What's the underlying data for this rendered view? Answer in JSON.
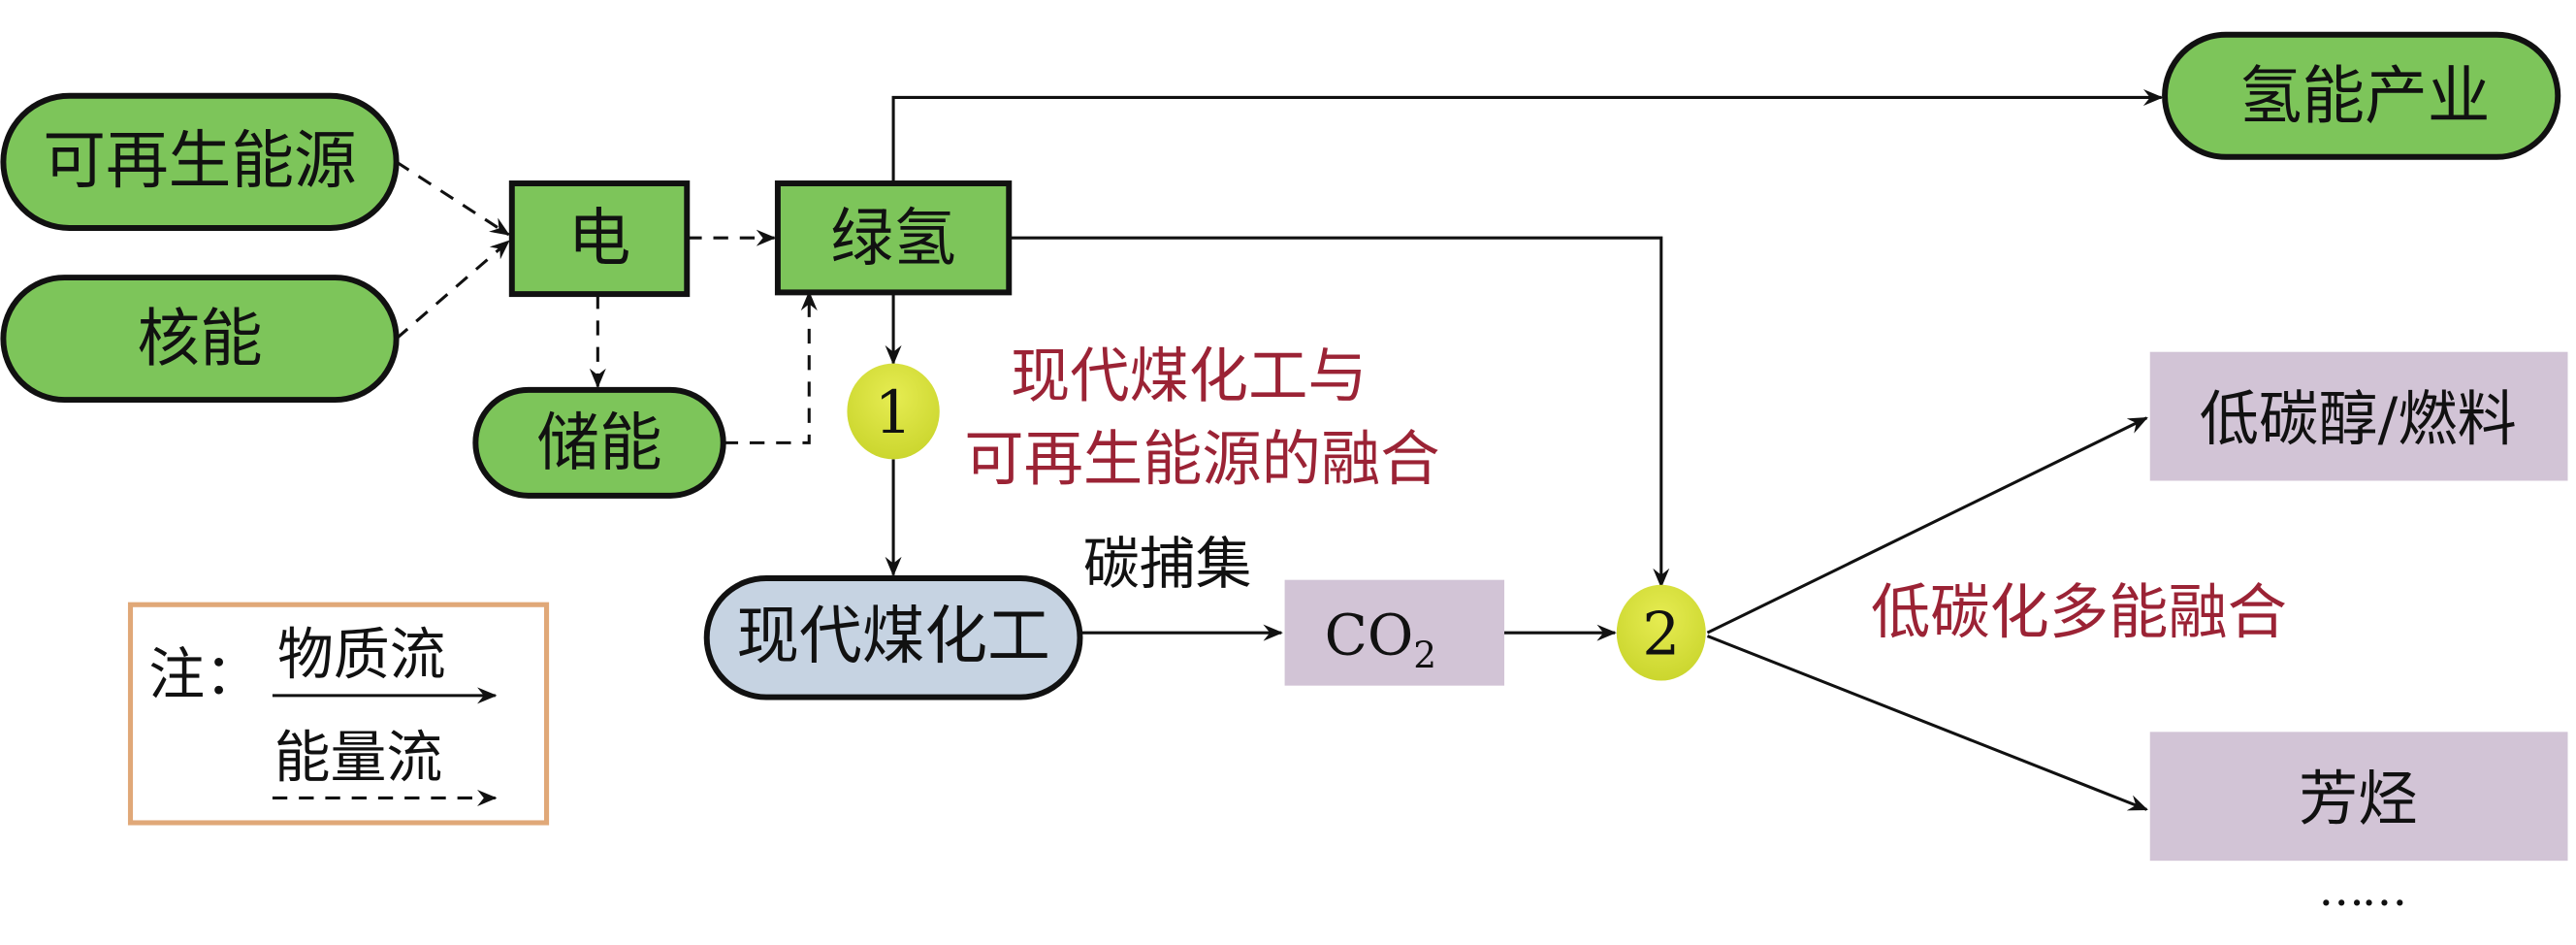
{
  "nodes": {
    "renewable": "可再生能源",
    "nuclear": "核能",
    "electricity": "电",
    "storage": "储能",
    "green_hydrogen": "绿氢",
    "hydrogen_industry": "氢能产业",
    "coal_chem": "现代煤化工",
    "co2_main": "CO",
    "co2_sub": "2",
    "low_carbon_fuel": "低碳醇/燃料",
    "aromatics": "芳烃",
    "more": "……"
  },
  "hubs": {
    "hub1": "1",
    "hub2": "2"
  },
  "annotations": {
    "fusion1_line1": "现代煤化工与",
    "fusion1_line2": "可再生能源的融合",
    "fusion2": "低碳化多能融合",
    "carbon_capture": "碳捕集"
  },
  "legend": {
    "note": "注：",
    "material_flow": "物质流",
    "energy_flow": "能量流"
  },
  "colors": {
    "green": "#7dc55a",
    "hub_yellow": "#dde640",
    "annotation_red": "#9b2335",
    "product_purple": "#d2c4d6",
    "coal_blue": "#c6d3e2",
    "legend_border": "#e0a878"
  }
}
